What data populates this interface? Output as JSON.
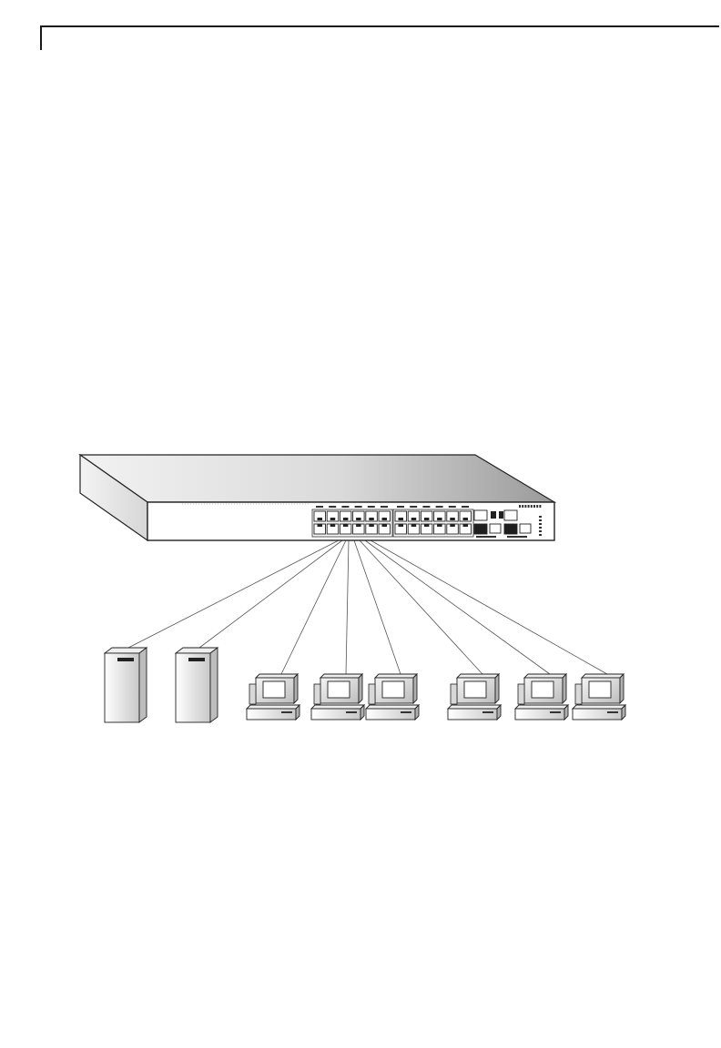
{
  "figure": {
    "kind": "network-topology",
    "switch": {
      "rj45_ports": 24,
      "sfp_slots": 4,
      "console_ports": 2
    },
    "devices": [
      {
        "type": "server",
        "icon": "server-tower-icon"
      },
      {
        "type": "server",
        "icon": "server-tower-icon"
      },
      {
        "type": "workstation",
        "icon": "desktop-computer-icon"
      },
      {
        "type": "workstation",
        "icon": "desktop-computer-icon"
      },
      {
        "type": "workstation",
        "icon": "desktop-computer-icon"
      },
      {
        "type": "workstation",
        "icon": "desktop-computer-icon"
      },
      {
        "type": "workstation",
        "icon": "desktop-computer-icon"
      },
      {
        "type": "workstation",
        "icon": "desktop-computer-icon"
      }
    ],
    "colors": {
      "line": "#555555",
      "chassis_light": "#e6e6e6",
      "chassis_dark": "#7a7a7a",
      "device_fill": "#dcdcdc"
    }
  }
}
